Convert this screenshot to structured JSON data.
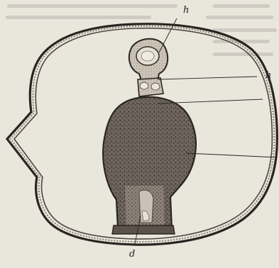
{
  "figure": {
    "labels": {
      "top": "h",
      "right_upper": "h",
      "bottom": "d"
    },
    "colors": {
      "paper": "#e9e6dc",
      "ink": "#2a2522",
      "tissue_dark": "#4d4640",
      "tissue_mid": "#7b726a",
      "tissue_light": "#bdb5aa"
    }
  }
}
